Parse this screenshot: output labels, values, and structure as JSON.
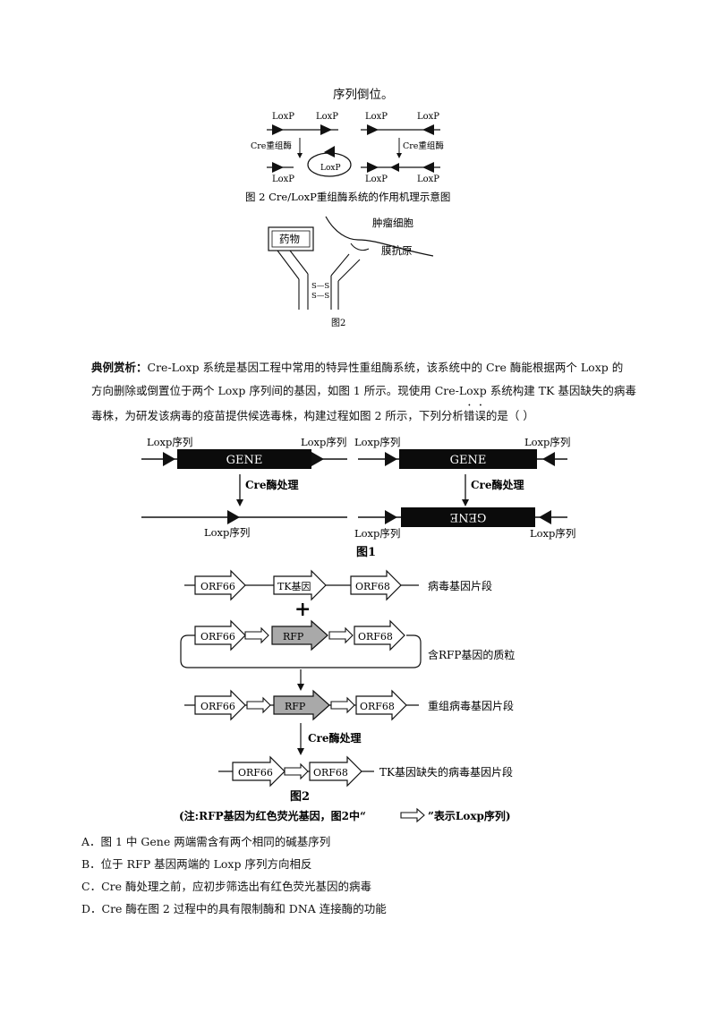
{
  "intro_line": "序列倒位。",
  "fig_cre_mech": {
    "loxp": "LoxP",
    "cre_enzyme": "Cre重组酶",
    "caption": "图 2  Cre/LoxP重组酶系统的作用机理示意图"
  },
  "fig_drug": {
    "drug": "药物",
    "tumor_cell": "肿瘤细胞",
    "membrane_antigen": "膜抗原",
    "ss_top": "S—S",
    "ss_bottom": "S—S",
    "caption": "图2"
  },
  "example": {
    "label": "典例赏析：",
    "line1": "Cre-Loxp 系统是基因工程中常用的特异性重组酶系统，该系统中的 Cre 酶能根据两个 Loxp 的",
    "line2": "方向删除或倒置位于两个 Loxp 序列间的基因，如图 1 所示。现使用 Cre-Loxp 系统构建 TK 基因缺失的病毒",
    "line3_a": "毒株，为研发该病毒的疫苗提供候选毒株，构建过程如图 2 所示，下列分析",
    "line3_em": "错误",
    "line3_b": "的是（          ）"
  },
  "fig1": {
    "loxp_seq": "Loxp序列",
    "gene": "GENE",
    "cre_treat": "Cre酶处理",
    "caption": "图1"
  },
  "fig2": {
    "orf66": "ORF66",
    "orf68": "ORF68",
    "tk_gene": "TK基因",
    "rfp": "RFP",
    "plus": "+",
    "virus_fragment": "病毒基因片段",
    "plasmid": "含RFP基因的质粒",
    "recomb_fragment": "重组病毒基因片段",
    "cre_treat": "Cre酶处理",
    "tk_deleted": "TK基因缺失的病毒基因片段",
    "caption": "图2",
    "note_a": "(注:RFP基因为红色荧光基因，图2中“",
    "note_b": "”表示Loxp序列)"
  },
  "options": [
    "A．图 1 中 Gene 两端需含有两个相同的碱基序列",
    "B．位于 RFP 基因两端的 Loxp 序列方向相反",
    "C．Cre 酶处理之前，应初步筛选出有红色荧光基因的病毒",
    "D．Cre 酶在图 2 过程中的具有限制酶和 DNA 连接酶的功能"
  ]
}
